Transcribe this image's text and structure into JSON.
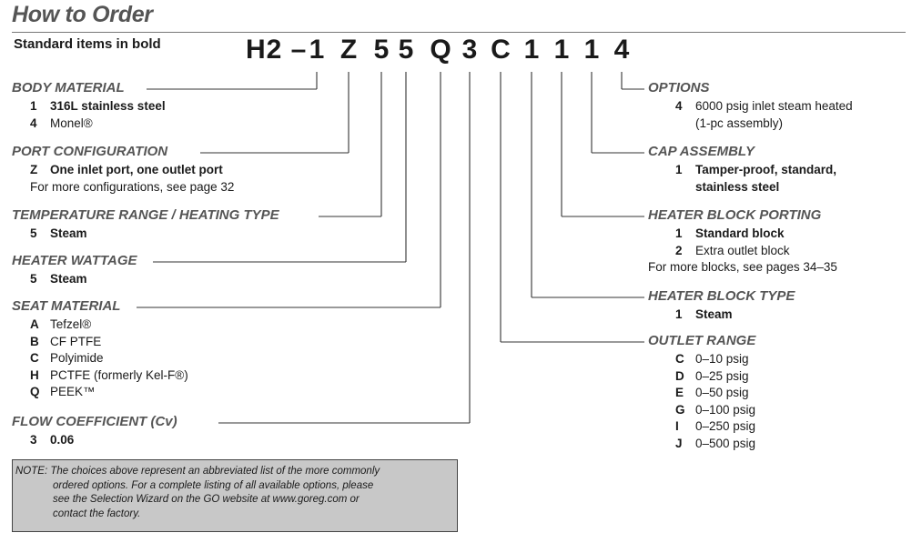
{
  "title": "How to Order",
  "subtitle": "Standard items in bold",
  "model_code": {
    "prefix": "H2 –",
    "characters": [
      "1",
      "Z",
      "5",
      "5",
      "Q",
      "3",
      "C",
      "1",
      "1",
      "1",
      "4"
    ]
  },
  "left_sections": [
    {
      "heading": "BODY MATERIAL",
      "options": [
        {
          "code": "1",
          "desc": "316L stainless steel",
          "bold": true
        },
        {
          "code": "4",
          "desc": "Monel®",
          "bold": false
        }
      ],
      "note": ""
    },
    {
      "heading": "PORT CONFIGURATION",
      "options": [
        {
          "code": "Z",
          "desc": "One inlet port, one outlet port",
          "bold": true
        }
      ],
      "note": "For more configurations, see page 32"
    },
    {
      "heading": "TEMPERATURE RANGE / HEATING TYPE",
      "options": [
        {
          "code": "5",
          "desc": "Steam",
          "bold": true
        }
      ],
      "note": ""
    },
    {
      "heading": "HEATER WATTAGE",
      "options": [
        {
          "code": "5",
          "desc": "Steam",
          "bold": true
        }
      ],
      "note": ""
    },
    {
      "heading": "SEAT MATERIAL",
      "options": [
        {
          "code": "A",
          "desc": "Tefzel®",
          "bold": false
        },
        {
          "code": "B",
          "desc": "CF PTFE",
          "bold": false
        },
        {
          "code": "C",
          "desc": "Polyimide",
          "bold": false
        },
        {
          "code": "H",
          "desc": "PCTFE (formerly Kel-F®)",
          "bold": false
        },
        {
          "code": "Q",
          "desc": "PEEK™",
          "bold": false
        }
      ],
      "note": ""
    },
    {
      "heading": "FLOW COEFFICIENT (Cv)",
      "options": [
        {
          "code": "3",
          "desc": "0.06",
          "bold": true
        }
      ],
      "note": ""
    }
  ],
  "right_sections": [
    {
      "heading": "OPTIONS",
      "options": [
        {
          "code": "4",
          "desc": "6000 psig inlet steam heated",
          "desc2": "(1-pc assembly)",
          "bold": false
        }
      ],
      "note": ""
    },
    {
      "heading": "CAP ASSEMBLY",
      "options": [
        {
          "code": "1",
          "desc": "Tamper-proof, standard,",
          "desc2": "stainless steel",
          "bold": true
        }
      ],
      "note": ""
    },
    {
      "heading": "HEATER BLOCK PORTING",
      "options": [
        {
          "code": "1",
          "desc": "Standard block",
          "bold": true
        },
        {
          "code": "2",
          "desc": "Extra outlet block",
          "bold": false
        }
      ],
      "note": "For more blocks, see pages 34–35"
    },
    {
      "heading": "HEATER BLOCK TYPE",
      "options": [
        {
          "code": "1",
          "desc": "Steam",
          "bold": true
        }
      ],
      "note": ""
    },
    {
      "heading": "OUTLET RANGE",
      "options": [
        {
          "code": "C",
          "desc": "0–10 psig",
          "bold": false
        },
        {
          "code": "D",
          "desc": "0–25 psig",
          "bold": false
        },
        {
          "code": "E",
          "desc": "0–50 psig",
          "bold": false
        },
        {
          "code": "G",
          "desc": "0–100 psig",
          "bold": false
        },
        {
          "code": "I",
          "desc": "0–250 psig",
          "bold": false
        },
        {
          "code": "J",
          "desc": "0–500 psig",
          "bold": false
        }
      ],
      "note": ""
    }
  ],
  "footnote": {
    "lines": [
      "NOTE: The choices above represent an abbreviated list of the more commonly",
      "ordered options. For a complete listing of all available options, please",
      "see the Selection Wizard on the GO website at www.goreg.com or",
      "contact  the factory."
    ]
  },
  "colors": {
    "heading": "#555555",
    "note_bg": "#c8c8c8",
    "rule": "#777777"
  }
}
